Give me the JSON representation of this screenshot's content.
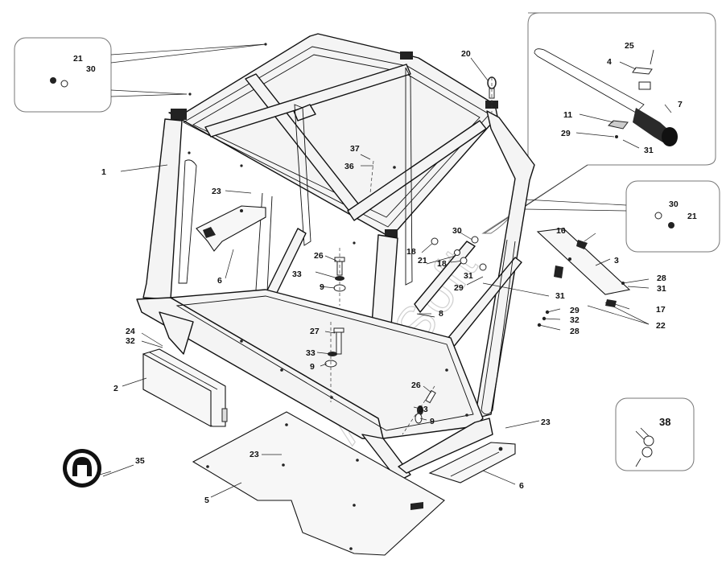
{
  "watermark": "AutoSoft",
  "part_labels": {
    "p1": "1",
    "p2": "2",
    "p3": "3",
    "p4": "4",
    "p5": "5",
    "p6a": "6",
    "p6b": "6",
    "p7": "7",
    "p8": "8",
    "p9a": "9",
    "p9b": "9",
    "p9c": "9",
    "p11": "11",
    "p16": "16",
    "p17": "17",
    "p18a": "18",
    "p18b": "18",
    "p20": "20",
    "p21a": "21",
    "p21b": "21",
    "p21c": "21",
    "p22": "22",
    "p23a": "23",
    "p23b": "23",
    "p23c": "23",
    "p24": "24",
    "p25": "25",
    "p26a": "26",
    "p26b": "26",
    "p27": "27",
    "p28a": "28",
    "p28b": "28",
    "p29a": "29",
    "p29b": "29",
    "p29c": "29",
    "p30a": "30",
    "p30b": "30",
    "p30c": "30",
    "p31a": "31",
    "p31b": "31",
    "p31c": "31",
    "p31d": "31",
    "p32a": "32",
    "p32b": "32",
    "p33a": "33",
    "p33b": "33",
    "p33c": "33",
    "p35": "35",
    "p36": "36",
    "p37": "37",
    "p38": "38"
  }
}
